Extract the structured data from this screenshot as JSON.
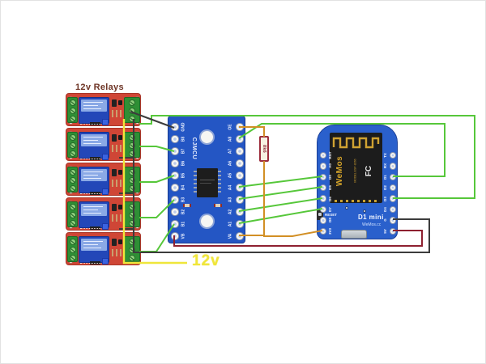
{
  "labels": {
    "relays_title": "12v Relays",
    "supply": "12v",
    "resistor": "8k6"
  },
  "relays": {
    "count": 5
  },
  "cjmcu": {
    "silkscreen": "CJMCU",
    "left_pins": [
      "GND",
      "B8",
      "B7",
      "B6",
      "B5",
      "B4",
      "B3",
      "B2",
      "B1",
      "VB"
    ],
    "right_pins": [
      "OE",
      "A8",
      "A7",
      "A6",
      "A5",
      "A4",
      "A3",
      "A2",
      "A1",
      "VA"
    ]
  },
  "d1mini": {
    "module_brand": "WeMos",
    "module_model": "MODEL ESP-8266",
    "fcc_mark": "FC",
    "reset_label": "RESET",
    "board_name": "D1 mini",
    "board_site": "WeMos.cc",
    "left_pins": [
      "RST",
      "A0",
      "D0",
      "D5",
      "D6",
      "D7",
      "D8",
      "3V3"
    ],
    "right_pins": [
      "TX",
      "RX",
      "D1",
      "D2",
      "D3",
      "D4",
      "G",
      "5V"
    ]
  },
  "wire_colors": {
    "signal_green": "#56c73a",
    "supply_yellow": "#efe63a",
    "enable_orange": "#d28f25",
    "power_dark_red": "#8e2030",
    "ground_black": "#3c3c3c"
  }
}
